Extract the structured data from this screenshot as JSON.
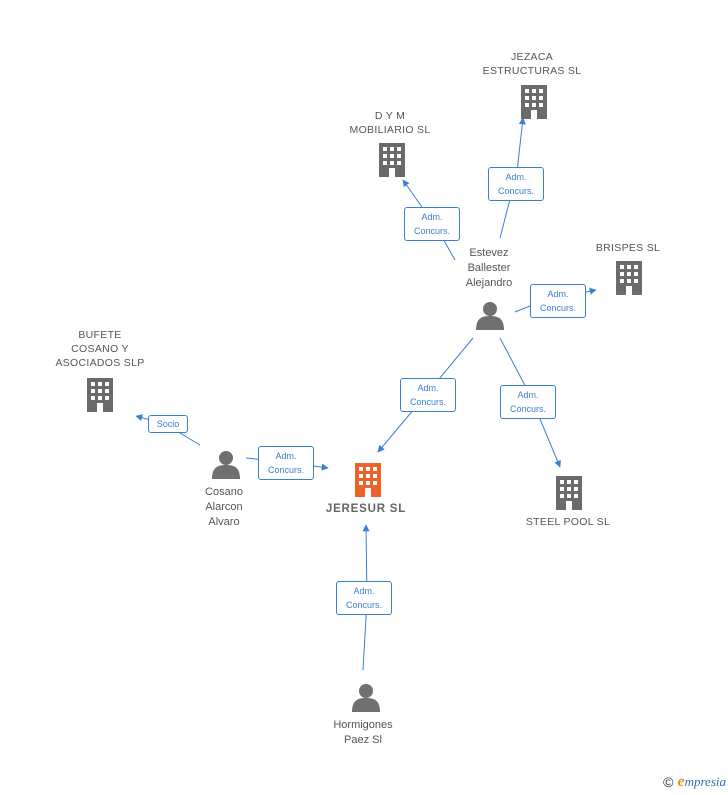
{
  "colors": {
    "edge": "#3b7fd1",
    "company_icon": "#6b6b6b",
    "main_icon": "#f0622d",
    "person_icon": "#707070"
  },
  "nodes": {
    "jeresur": {
      "label": "JERESUR SL",
      "type": "company-main",
      "icon": "building-icon"
    },
    "jezaca": {
      "label": "JEZACA\nESTRUCTURAS SL",
      "type": "company",
      "icon": "building-icon"
    },
    "dym": {
      "label": "D Y M\nMOBILIARIO SL",
      "type": "company",
      "icon": "building-icon"
    },
    "brispes": {
      "label": "BRISPES SL",
      "type": "company",
      "icon": "building-icon"
    },
    "bufete": {
      "label": "BUFETE\nCOSANO Y\nASOCIADOS SLP",
      "type": "company",
      "icon": "building-icon"
    },
    "steelpool": {
      "label": "STEEL POOL SL",
      "type": "company",
      "icon": "building-icon"
    },
    "estevez": {
      "label": "Estevez\nBallester\nAlejandro",
      "type": "person",
      "icon": "person-icon"
    },
    "cosano": {
      "label": "Cosano\nAlarcon\nAlvaro",
      "type": "person",
      "icon": "person-icon"
    },
    "hormigones": {
      "label": "Hormigones\nPaez Sl",
      "type": "person",
      "icon": "person-icon"
    }
  },
  "edges": [
    {
      "from": "estevez",
      "to": "jezaca",
      "label": "Adm.\nConcurs."
    },
    {
      "from": "estevez",
      "to": "dym",
      "label": "Adm.\nConcurs."
    },
    {
      "from": "estevez",
      "to": "brispes",
      "label": "Adm.\nConcurs."
    },
    {
      "from": "estevez",
      "to": "jeresur",
      "label": "Adm.\nConcurs."
    },
    {
      "from": "estevez",
      "to": "steelpool",
      "label": "Adm.\nConcurs."
    },
    {
      "from": "cosano",
      "to": "bufete",
      "label": "Socio"
    },
    {
      "from": "cosano",
      "to": "jeresur",
      "label": "Adm.\nConcurs."
    },
    {
      "from": "hormigones",
      "to": "jeresur",
      "label": "Adm.\nConcurs."
    }
  ],
  "footer": {
    "copyright": "©",
    "brand_initial": "e",
    "brand_rest": "mpresia"
  }
}
